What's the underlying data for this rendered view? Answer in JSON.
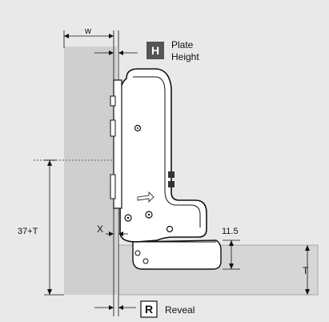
{
  "labels": {
    "w": "w",
    "plate_badge": "H",
    "plate_line1": "Plate",
    "plate_line2": "Height",
    "dim_37t": "37+T",
    "x": "X",
    "dim_11_5": "11.5",
    "t": "T",
    "reveal_badge": "R",
    "reveal": "Reveal"
  },
  "colors": {
    "background": "#e9e9e9",
    "cabinet": "#cfcfcf",
    "door": "#d6d6d6",
    "hinge_fill": "#ffffff",
    "badge": "#555555",
    "line": "#111111"
  }
}
